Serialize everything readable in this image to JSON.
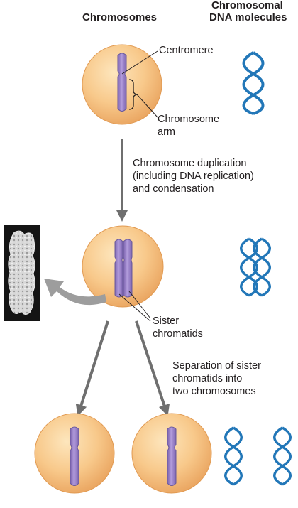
{
  "headers": {
    "chromosomes": "Chromosomes",
    "dna_line1": "Chromosomal",
    "dna_line2": "DNA molecules"
  },
  "labels": {
    "centromere": "Centromere",
    "arm_line1": "Chromosome",
    "arm_line2": "arm",
    "duplication_line1": "Chromosome duplication",
    "duplication_line2": "(including DNA replication)",
    "duplication_line3": "and condensation",
    "sister_line1": "Sister",
    "sister_line2": "chromatids",
    "separation_line1": "Separation of sister",
    "separation_line2": "chromatids into",
    "separation_line3": "two chromosomes"
  },
  "colors": {
    "cell_light": "#fbd9a4",
    "cell_dark": "#f0a95e",
    "chromosome": "#9a82c4",
    "chromosome_stroke": "#6a5a9c",
    "dna": "#2277b8",
    "arrow": "#6f6f6f",
    "micrograph_bg": "#1a1a1a"
  },
  "icons": [
    "dna-helix-icon",
    "micrograph-image"
  ]
}
